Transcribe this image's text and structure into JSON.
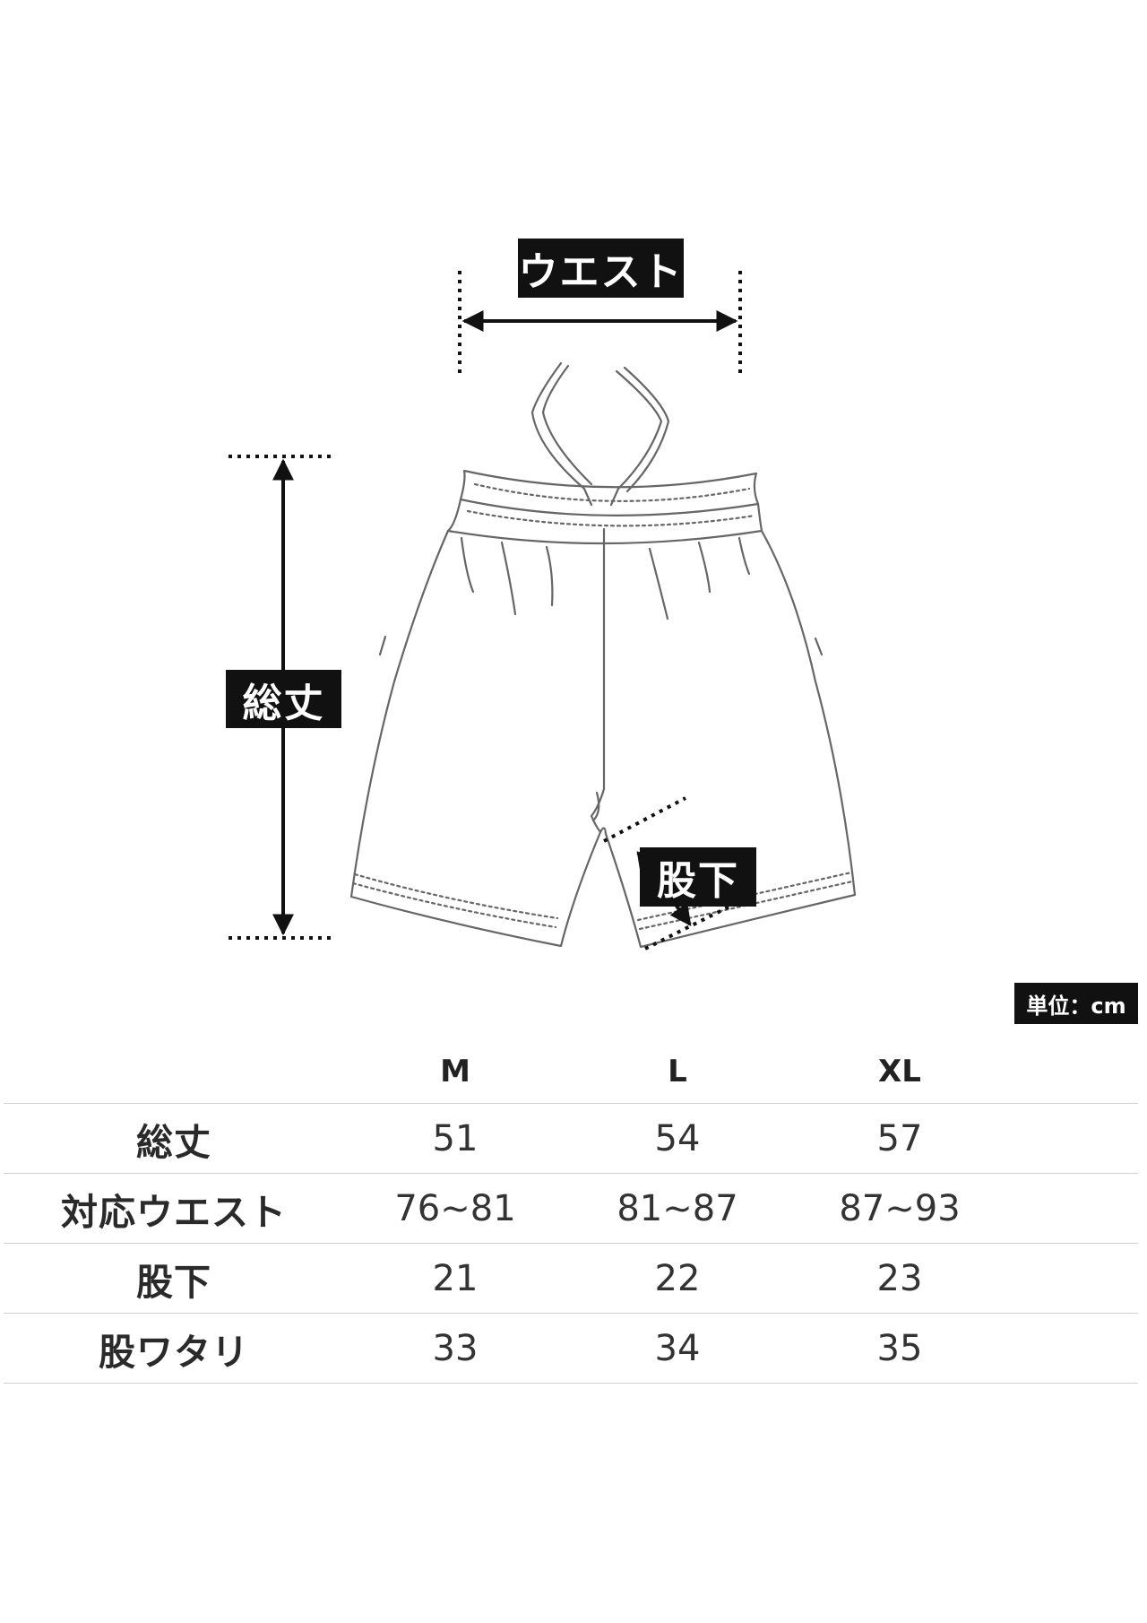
{
  "labels": {
    "waist": "ウエスト",
    "total_length": "総丈",
    "inseam": "股下"
  },
  "unit": "単位：cm",
  "table": {
    "headers": [
      "M",
      "L",
      "XL"
    ],
    "rows": [
      {
        "label": "総丈",
        "values": [
          "51",
          "54",
          "57"
        ]
      },
      {
        "label": "対応ウエスト",
        "values": [
          "76~81",
          "81~87",
          "87~93"
        ]
      },
      {
        "label": "股下",
        "values": [
          "21",
          "22",
          "23"
        ]
      },
      {
        "label": "股ワタリ",
        "values": [
          "33",
          "34",
          "35"
        ]
      }
    ]
  },
  "colors": {
    "label_bg": "#111111",
    "outline": "#666666",
    "rule": "#cfcfcf"
  }
}
